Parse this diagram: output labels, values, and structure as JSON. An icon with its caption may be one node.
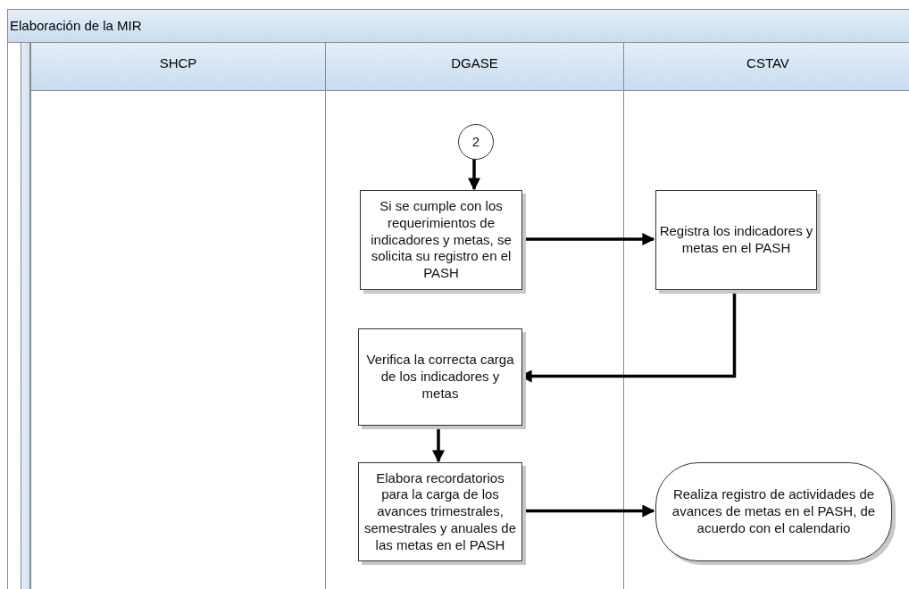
{
  "diagram": {
    "nodes": [
      {
        "text": [
          "Elaboración de la MIR"
        ]
      },
      {
        "text": [
          "SHCP"
        ],
        "in": 0
      },
      {
        "text": [
          "DGASE"
        ],
        "in": 0
      },
      {
        "text": [
          "CSTAV"
        ],
        "in": 0
      },
      {
        "text": [
          "2"
        ],
        "in": 2
      },
      {
        "text": [
          "Si se cumple con los requerimientos de indicadores y metas, se solicita su registro en el PASH"
        ],
        "in": 2
      },
      {
        "text": [
          "Registra los indicadores y metas en el PASH"
        ],
        "in": 3
      },
      {
        "text": [
          "Verifica la correcta carga de los indicadores y metas"
        ],
        "in": 2
      },
      {
        "text": [
          "Elabora recordatorios para la carga de los avances trimestrales, semestrales y anuales de las metas en el PASH"
        ],
        "in": 2
      },
      {
        "text": [
          "Realiza registro de actividades de avances de metas en el PASH, de acuerdo con el calendario"
        ],
        "in": 3
      }
    ],
    "edges": [
      {
        "from": 4,
        "to": 5,
        "arrow": "to"
      },
      {
        "from": 5,
        "to": 6,
        "arrow": "to"
      },
      {
        "from": 6,
        "to": 7,
        "arrow": "to"
      },
      {
        "from": 7,
        "to": 8,
        "arrow": "to"
      },
      {
        "from": 8,
        "to": 9,
        "arrow": "to"
      }
    ]
  }
}
